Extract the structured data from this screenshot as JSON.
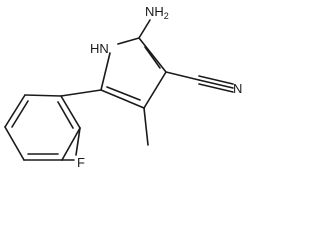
{
  "structure": {
    "labels": {
      "nh": "HN",
      "amine": "NH",
      "amine_sub": "2",
      "nitrile_n": "N",
      "fluorine": "F"
    }
  }
}
